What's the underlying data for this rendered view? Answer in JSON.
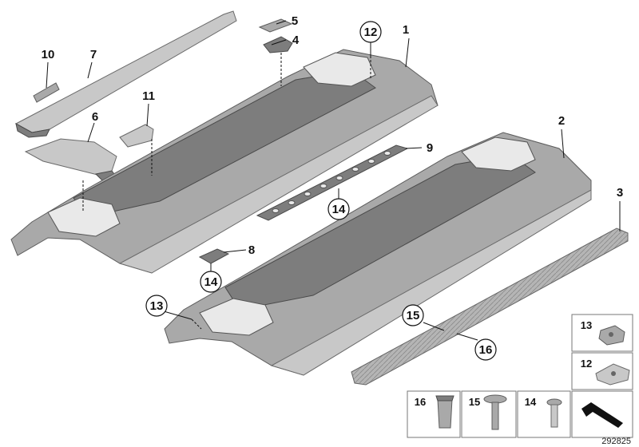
{
  "labels": {
    "l1": "1",
    "l2": "2",
    "l3": "3",
    "l4": "4",
    "l5": "5",
    "l6": "6",
    "l7": "7",
    "l8": "8",
    "l9": "9",
    "l10": "10",
    "l11": "11",
    "l12": "12",
    "l13": "13",
    "l14a": "14",
    "l14b": "14",
    "l15": "15",
    "l16": "16"
  },
  "legend": {
    "b13": "13",
    "b12": "12",
    "b16": "16",
    "b15": "15",
    "b14": "14"
  },
  "diagram_id": "292825"
}
